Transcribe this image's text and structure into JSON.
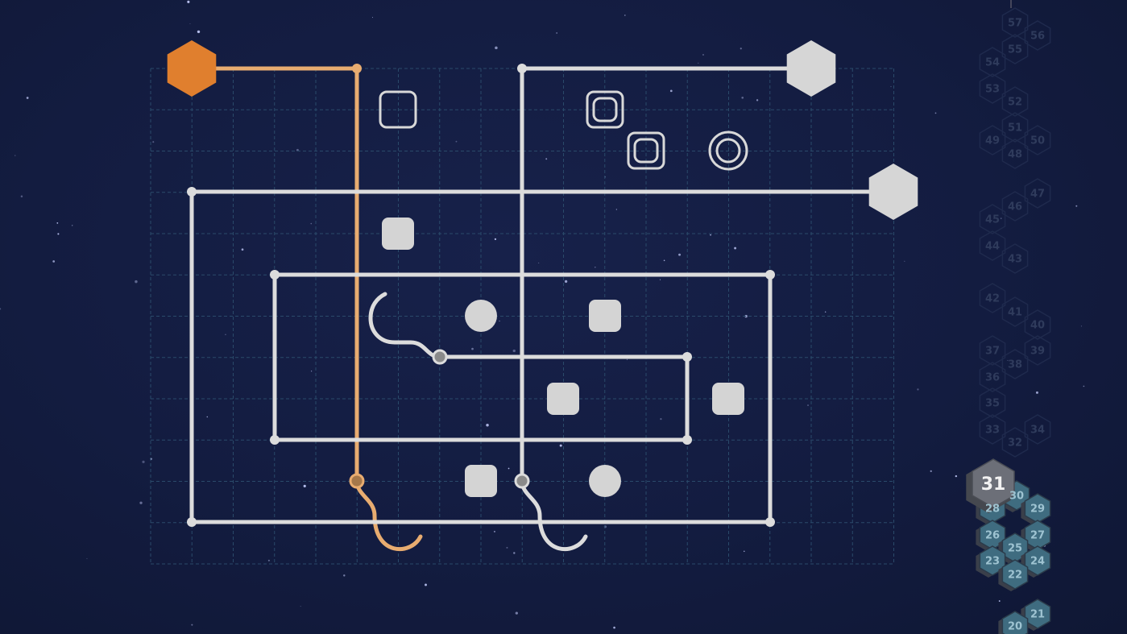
{
  "game": {
    "colors": {
      "background": "#131c40",
      "grid": "#2a4a6a",
      "active_path": "#e8ac70",
      "active_hex": "#e07f2e",
      "inactive_path": "#dcdcdc",
      "completed_level": "#3f6c80",
      "locked_level_text": "#2f3b5c"
    },
    "puzzle": {
      "sources": [
        {
          "id": "hex-orange",
          "state": "active"
        },
        {
          "id": "hex-top-right",
          "state": "inactive"
        },
        {
          "id": "hex-right",
          "state": "inactive"
        }
      ],
      "targets_outline": [
        "square",
        "double-square",
        "double-square",
        "double-circle"
      ],
      "targets_filled": [
        "square",
        "square",
        "square",
        "square",
        "square",
        "circle",
        "circle"
      ]
    },
    "level_map": {
      "current_level": "31",
      "levels": [
        {
          "n": "57",
          "state": "locked"
        },
        {
          "n": "56",
          "state": "locked"
        },
        {
          "n": "55",
          "state": "locked"
        },
        {
          "n": "54",
          "state": "locked"
        },
        {
          "n": "53",
          "state": "locked"
        },
        {
          "n": "52",
          "state": "locked"
        },
        {
          "n": "51",
          "state": "locked"
        },
        {
          "n": "49",
          "state": "locked"
        },
        {
          "n": "50",
          "state": "locked"
        },
        {
          "n": "48",
          "state": "locked"
        },
        {
          "n": "47",
          "state": "locked"
        },
        {
          "n": "46",
          "state": "locked"
        },
        {
          "n": "45",
          "state": "locked"
        },
        {
          "n": "44",
          "state": "locked"
        },
        {
          "n": "43",
          "state": "locked"
        },
        {
          "n": "42",
          "state": "locked"
        },
        {
          "n": "41",
          "state": "locked"
        },
        {
          "n": "40",
          "state": "locked"
        },
        {
          "n": "39",
          "state": "locked"
        },
        {
          "n": "37",
          "state": "locked"
        },
        {
          "n": "38",
          "state": "locked"
        },
        {
          "n": "36",
          "state": "locked"
        },
        {
          "n": "35",
          "state": "locked"
        },
        {
          "n": "33",
          "state": "locked"
        },
        {
          "n": "34",
          "state": "locked"
        },
        {
          "n": "32",
          "state": "locked"
        },
        {
          "n": "30",
          "state": "completed"
        },
        {
          "n": "28",
          "state": "completed"
        },
        {
          "n": "29",
          "state": "completed"
        },
        {
          "n": "26",
          "state": "completed"
        },
        {
          "n": "27",
          "state": "completed"
        },
        {
          "n": "25",
          "state": "completed"
        },
        {
          "n": "23",
          "state": "completed"
        },
        {
          "n": "24",
          "state": "completed"
        },
        {
          "n": "22",
          "state": "completed"
        },
        {
          "n": "21",
          "state": "completed"
        },
        {
          "n": "20",
          "state": "completed"
        },
        {
          "n": "31",
          "state": "current"
        }
      ]
    }
  }
}
